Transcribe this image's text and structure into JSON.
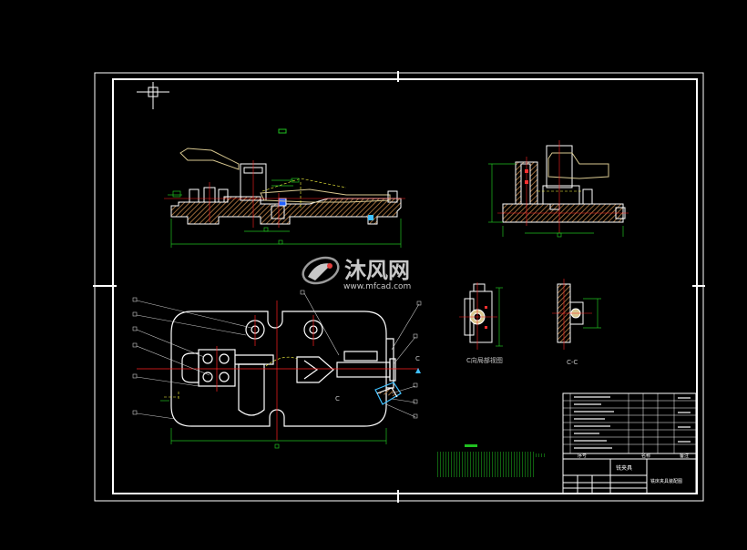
{
  "colors": {
    "background": "#000000",
    "frame": "#ffffff",
    "part_outline": "#ffffff",
    "center_line": "#ff2020",
    "hatch": "#9a6a3a",
    "dimension": "#20c020",
    "leader": "#c8c8c8",
    "dashed": "#ffff40",
    "handle": "#d8c890",
    "accent": "#40c0ff"
  },
  "labels": {
    "section_view_label": "C向局部视图",
    "section_cc_label": "C-C",
    "view_arrow_c": "C",
    "view_arrow_c2": "C",
    "title_block": {
      "header_left": "序号",
      "header_mid": "名称",
      "header_right": "备注",
      "material_cell": "铣夹具",
      "drawing_title": "铣床夹具装配图"
    }
  },
  "watermark": {
    "brand_cn": "沐风网",
    "brand_url": "www.mfcad.com"
  },
  "icons": {
    "ucs": "ucs-crosshair-icon",
    "logo": "mfcad-logo-icon"
  }
}
